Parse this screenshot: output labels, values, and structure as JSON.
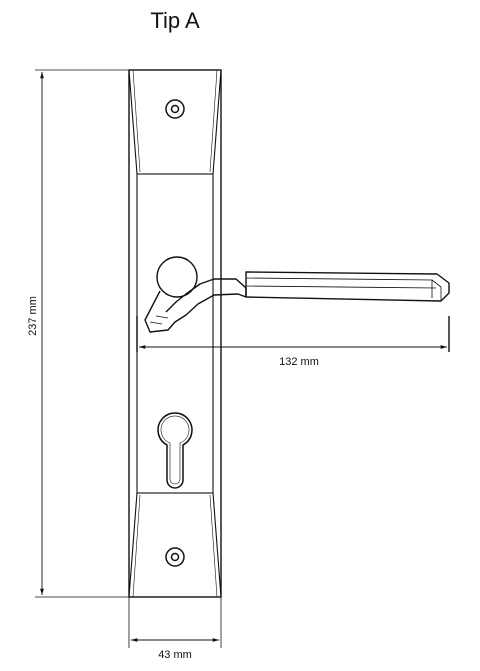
{
  "title": "Tip A",
  "dimensions": {
    "height_label": "237 mm",
    "handle_length_label": "132 mm",
    "width_label": "43 mm"
  }
}
